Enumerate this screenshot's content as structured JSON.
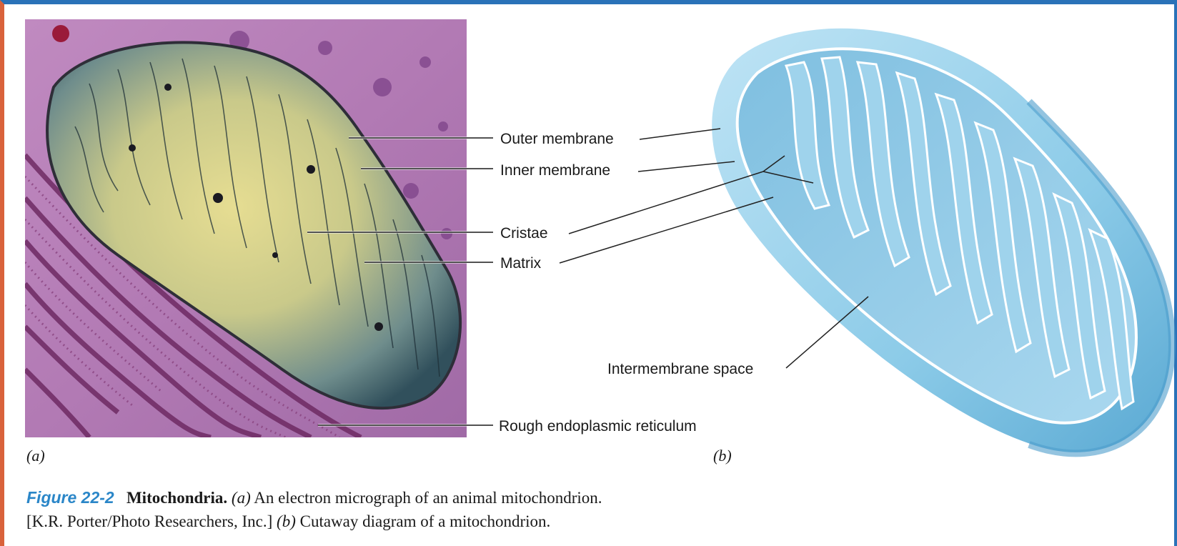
{
  "labels": {
    "outer_membrane": "Outer membrane",
    "inner_membrane": "Inner membrane",
    "cristae": "Cristae",
    "matrix": "Matrix",
    "rough_er": "Rough endoplasmic reticulum",
    "intermembrane_space": "Intermembrane space"
  },
  "panels": {
    "a": "(a)",
    "b": "(b)"
  },
  "caption": {
    "figure_number": "Figure 22-2",
    "title": "Mitochondria.",
    "a_marker": "(a)",
    "text_a": "An electron micrograph of an animal mitochondrion.",
    "credit": "[K.R. Porter/Photo Researchers, Inc.]",
    "b_marker": "(b)",
    "text_b": "Cutaway diagram of a mitochondrion."
  },
  "colors": {
    "frame_left": "#d9623b",
    "frame_top": "#2a72b8",
    "figure_number": "#2a86c8",
    "micrograph_background": "#b57bb3",
    "mitochondrion_core": "#d9d38a",
    "mitochondrion_edge": "#4a6b7a",
    "cutaway_blue": "#8ccbe8"
  }
}
